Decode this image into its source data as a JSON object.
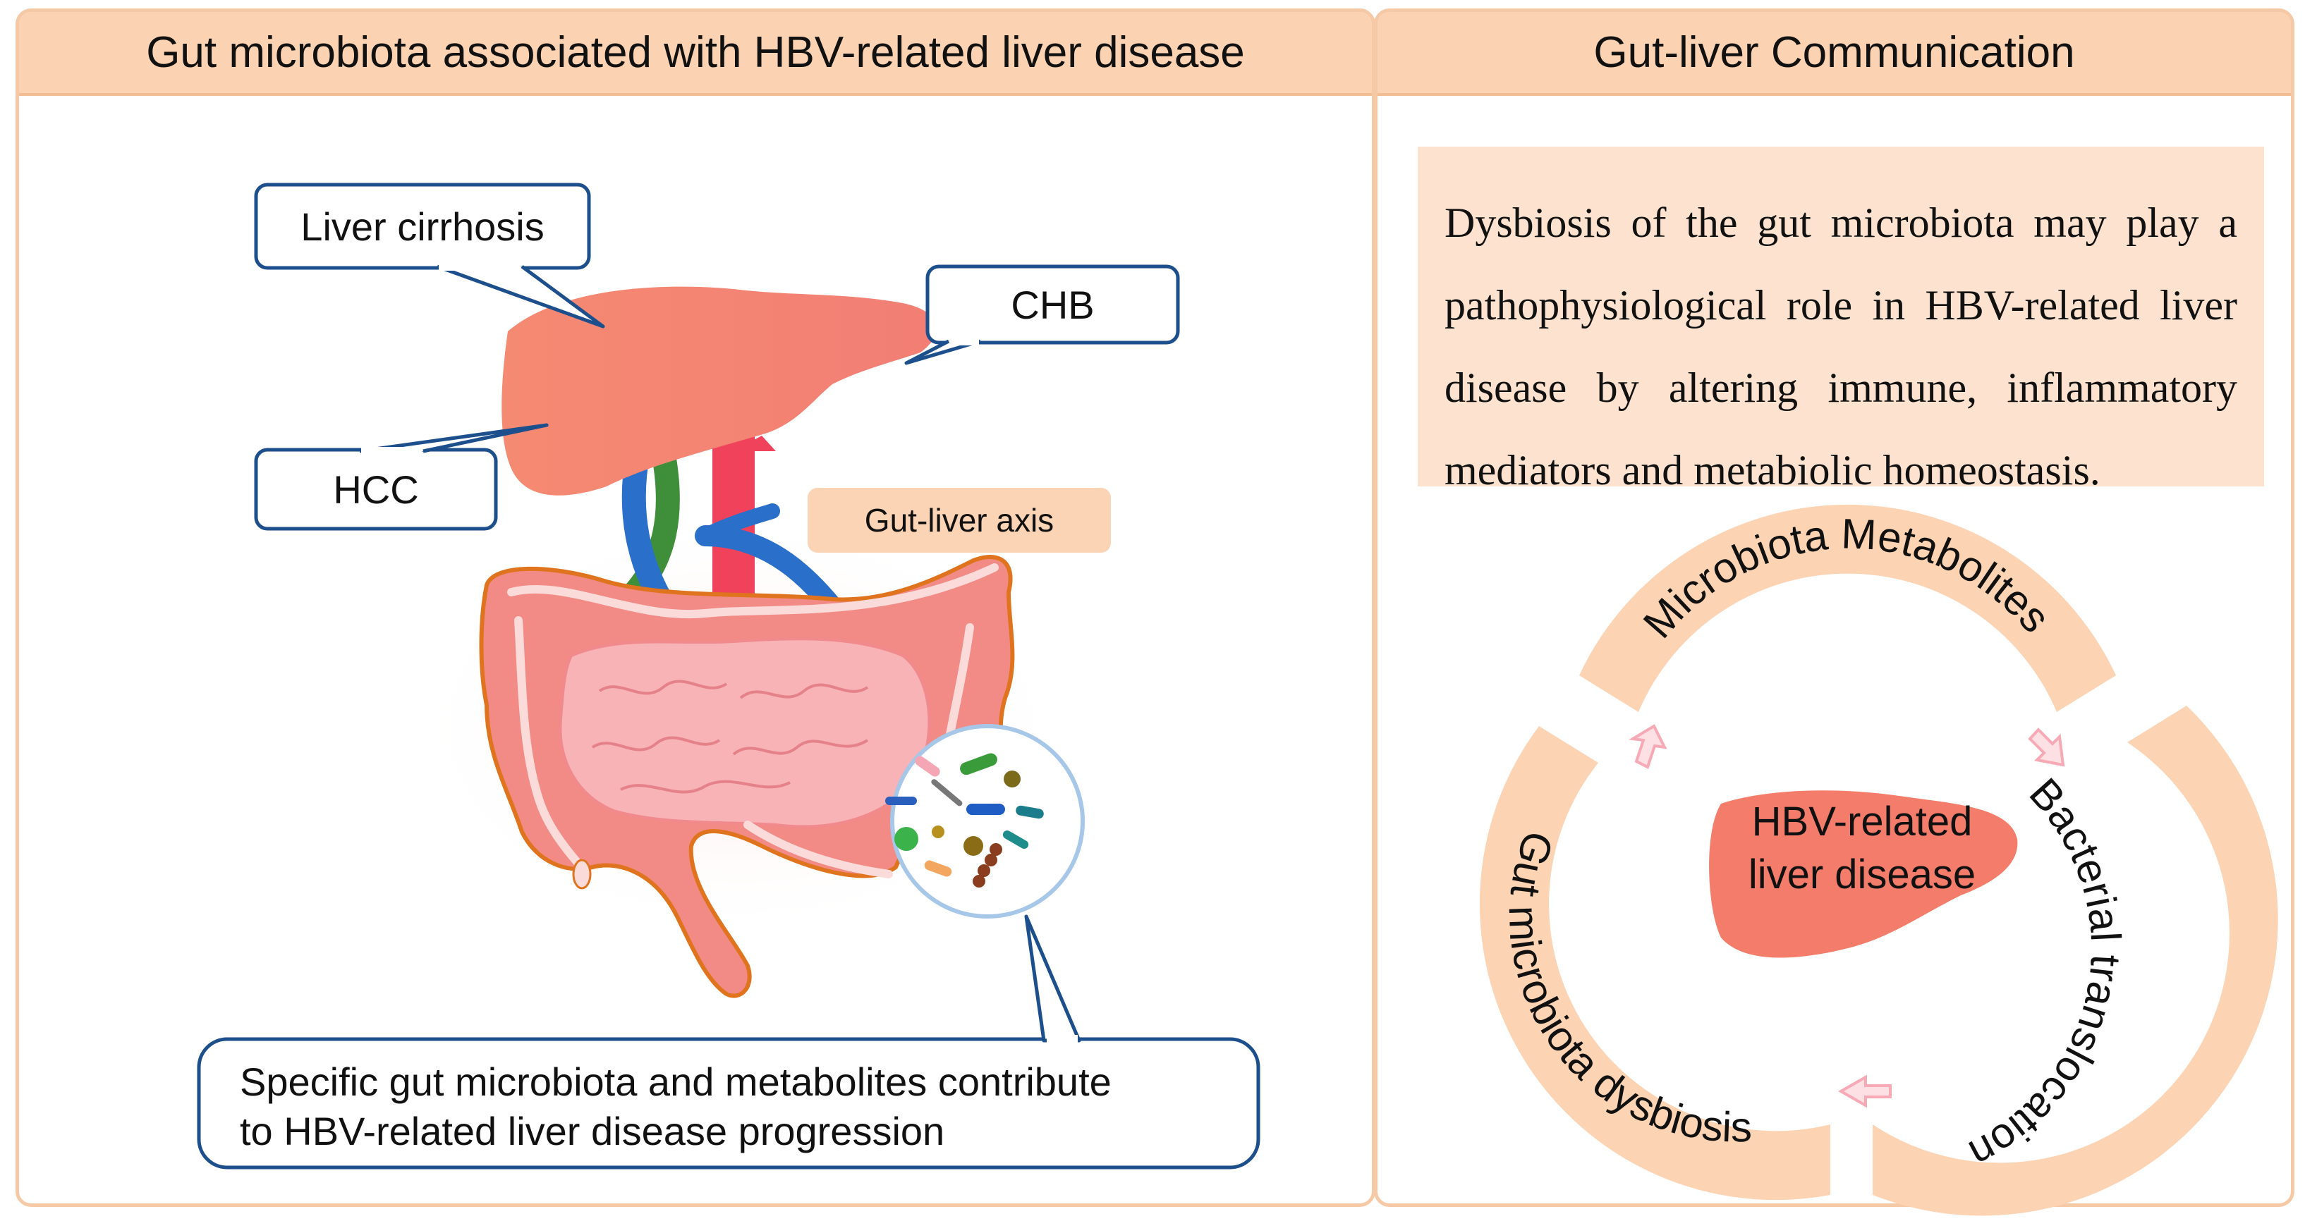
{
  "left_panel": {
    "title": "Gut microbiota associated with HBV-related liver disease",
    "callouts": {
      "liver_cirrhosis": "Liver cirrhosis",
      "chb": "CHB",
      "hcc": "HCC",
      "gut_liver_axis": "Gut-liver axis",
      "bottom_line1": "Specific gut microbiota and metabolites contribute",
      "bottom_line2": "to HBV-related liver disease progression"
    }
  },
  "right_panel": {
    "title": "Gut-liver Communication",
    "description": "Dysbiosis of the gut microbiota may play a pathophysiological role in HBV-related liver disease by altering immune, inflammatory mediators and metabiolic homeostasis.",
    "cycle": {
      "top": "Microbiota Metabolites",
      "right": "Bacterial translocation",
      "left": "Gut microbiota dysbiosis",
      "center_line1": "HBV-related",
      "center_line2": "liver disease"
    }
  },
  "colors": {
    "panel_header": "#fbd2b2",
    "panel_border": "#f6c9a6",
    "liver": "#f47c6a",
    "callout_border": "#1c4f8c",
    "intestine": "#f28b86",
    "vein_blue": "#2a6fc9",
    "artery_red": "#f0425a",
    "bile_green": "#3f8f3a",
    "ring": "#fcd3b3"
  }
}
